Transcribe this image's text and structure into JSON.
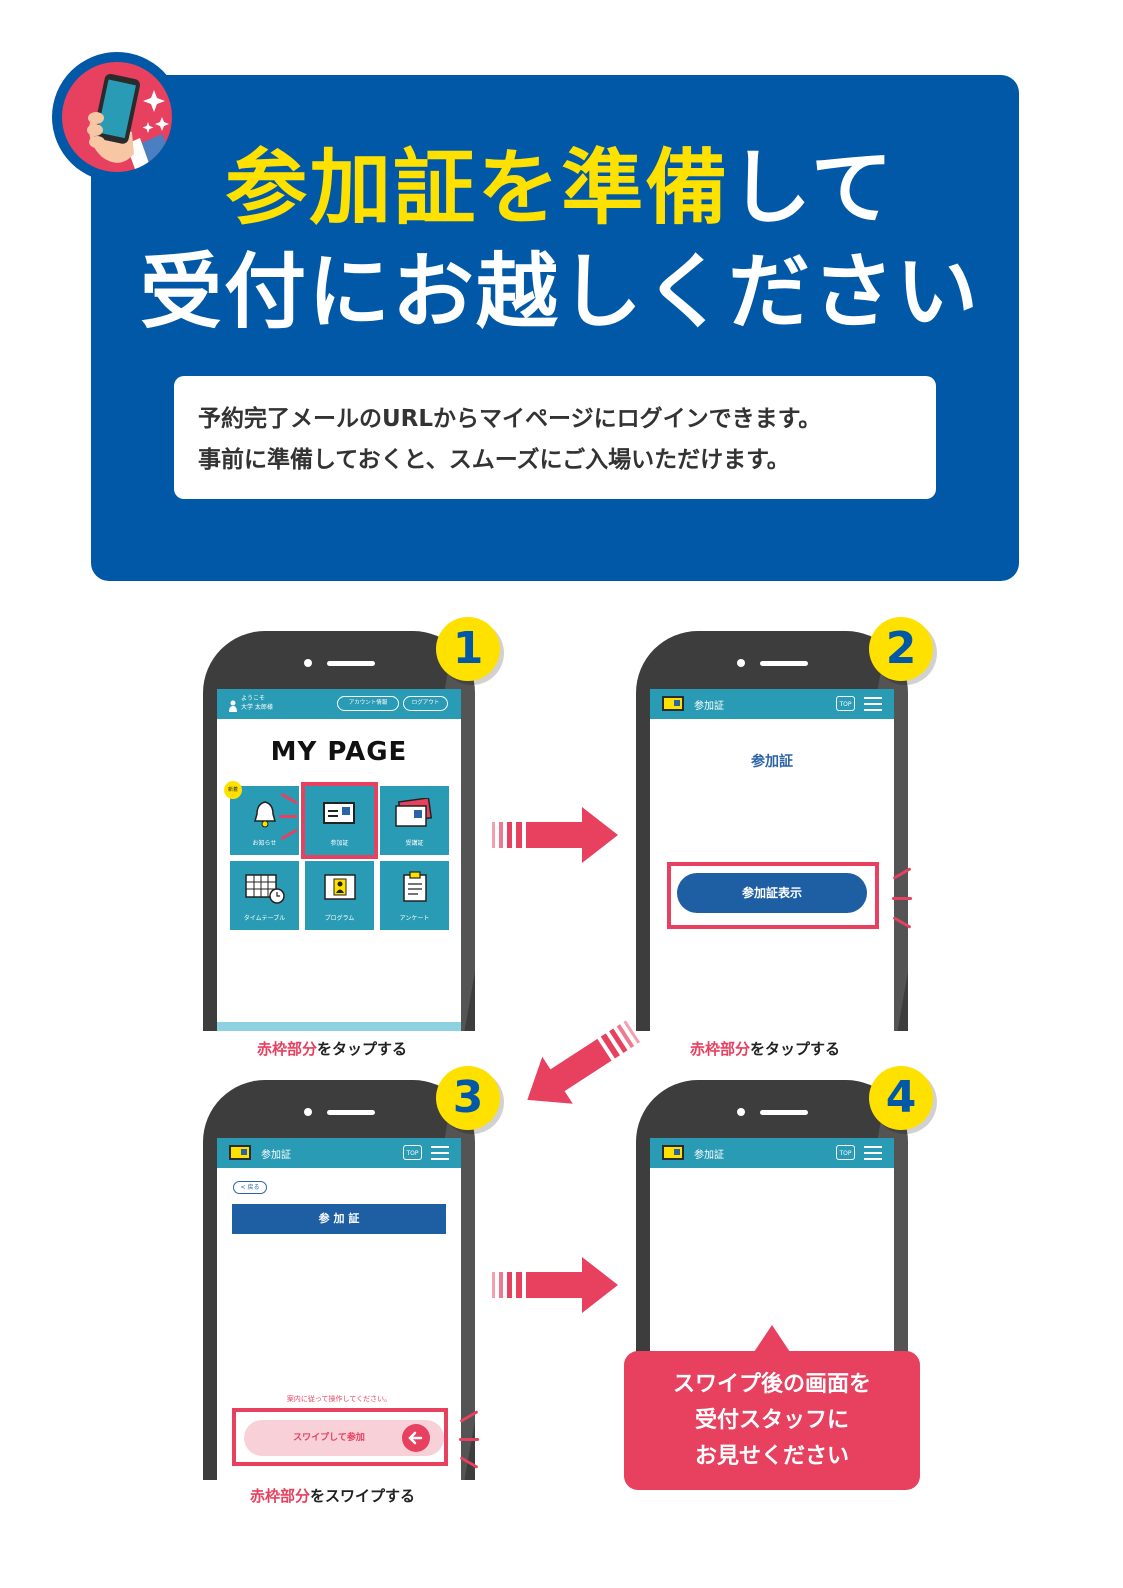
{
  "header": {
    "title_line1_highlight": "参加証を準備",
    "title_line1_rest": "して",
    "title_line2": "受付にお越しください",
    "info_line1": "予約完了メールのURLからマイページにログインできます。",
    "info_line2": "事前に準備しておくと、スムーズにご入場いただけます。",
    "icon": "hand-holding-smartphone-icon"
  },
  "colors": {
    "brand_blue": "#0058a6",
    "highlight_yellow": "#ffe100",
    "accent_red": "#e8405f",
    "app_teal": "#2a9bb5"
  },
  "steps": [
    {
      "number": "1",
      "caption_highlight": "赤枠部分",
      "caption_rest": "をタップする",
      "screen": {
        "welcome_line1": "ようこそ",
        "welcome_line2": "大学 太郎様",
        "account_button": "アカウント情報",
        "logout_button": "ログアウト",
        "page_title": "MY PAGE",
        "new_badge": "新着",
        "tiles": [
          {
            "label": "お知らせ",
            "icon": "bell-icon"
          },
          {
            "label": "参加証",
            "icon": "pass-card-icon"
          },
          {
            "label": "受講証",
            "icon": "certificate-cards-icon"
          },
          {
            "label": "タイムテーブル",
            "icon": "timetable-clock-icon"
          },
          {
            "label": "プログラム",
            "icon": "program-person-icon"
          },
          {
            "label": "アンケート",
            "icon": "clipboard-icon"
          }
        ]
      }
    },
    {
      "number": "2",
      "caption_highlight": "赤枠部分",
      "caption_rest": "をタップする",
      "screen": {
        "topbar_title": "参加証",
        "top_button": "TOP",
        "heading": "参加証",
        "show_button": "参加証表示"
      }
    },
    {
      "number": "3",
      "caption_highlight": "赤枠部分",
      "caption_rest": "をスワイプする",
      "screen": {
        "topbar_title": "参加証",
        "top_button": "TOP",
        "back_button": "< 戻る",
        "banner": "参 加 証",
        "instruction": "案内に従って操作してください。",
        "swipe_label": "スワイプして参加"
      }
    },
    {
      "number": "4",
      "screen": {
        "topbar_title": "参加証",
        "top_button": "TOP"
      },
      "bubble_line1": "スワイプ後の画面を",
      "bubble_line2": "受付スタッフに",
      "bubble_line3": "お見せください"
    }
  ]
}
